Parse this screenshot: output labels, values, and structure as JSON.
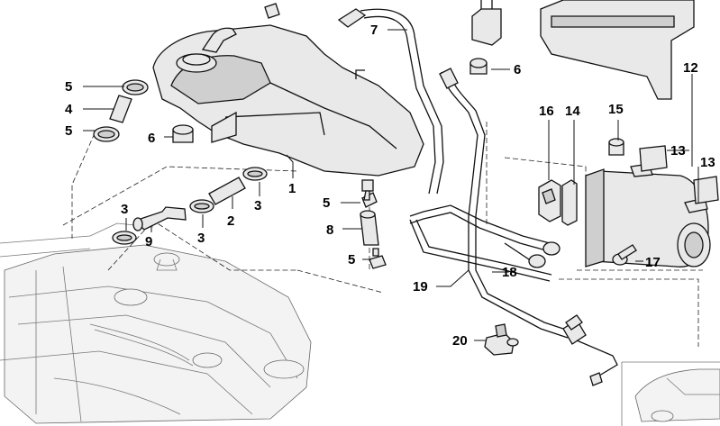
{
  "callouts": {
    "c1": "1",
    "c2": "2",
    "c3a": "3",
    "c3b": "3",
    "c3c": "3",
    "c4": "4",
    "c5a": "5",
    "c5b": "5",
    "c5c": "5",
    "c5d": "5",
    "c6a": "6",
    "c6b": "6",
    "c7": "7",
    "c8": "8",
    "c9": "9",
    "c12": "12",
    "c13a": "13",
    "c13b": "13",
    "c14": "14",
    "c15": "15",
    "c16": "16",
    "c17": "17",
    "c18": "18",
    "c19": "19",
    "c20": "20"
  }
}
